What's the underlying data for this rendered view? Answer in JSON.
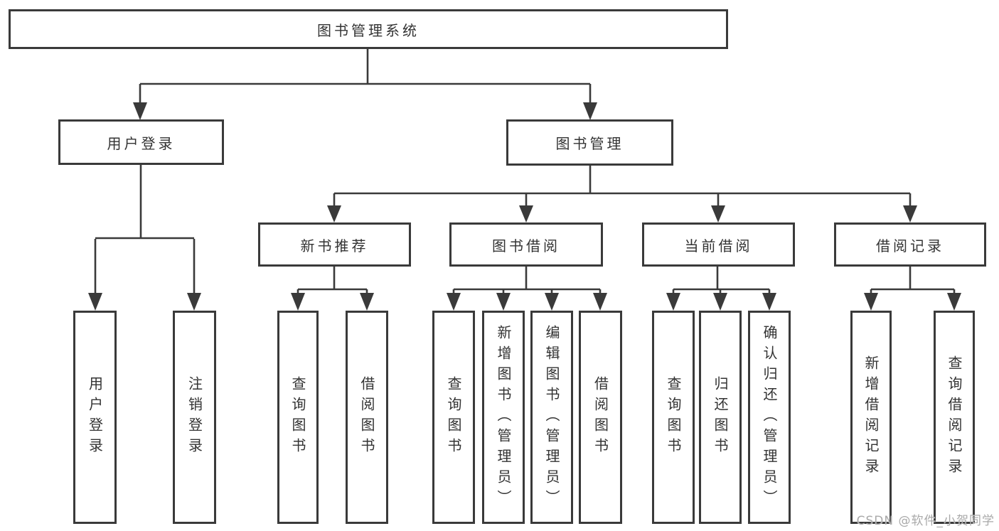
{
  "tree": {
    "root": {
      "label": "图书管理系统",
      "children": [
        {
          "label": "用户登录",
          "children": [
            {
              "label": "用户登录"
            },
            {
              "label": "注销登录"
            }
          ]
        },
        {
          "label": "图书管理",
          "children": [
            {
              "label": "新书推荐",
              "children": [
                {
                  "label": "查询图书"
                },
                {
                  "label": "借阅图书"
                }
              ]
            },
            {
              "label": "图书借阅",
              "children": [
                {
                  "label": "查询图书"
                },
                {
                  "label": "新增图书（管理员）"
                },
                {
                  "label": "编辑图书（管理员）"
                },
                {
                  "label": "借阅图书"
                }
              ]
            },
            {
              "label": "当前借阅",
              "children": [
                {
                  "label": "查询图书"
                },
                {
                  "label": "归还图书"
                },
                {
                  "label": "确认归还（管理员）"
                }
              ]
            },
            {
              "label": "借阅记录",
              "children": [
                {
                  "label": "新增借阅记录"
                },
                {
                  "label": "查询借阅记录"
                }
              ]
            }
          ]
        }
      ]
    }
  },
  "watermark": {
    "text": "CSDN @软件_小贺同学"
  },
  "colors": {
    "line": "#3a3a3a",
    "text": "#333333",
    "background": "#ffffff",
    "watermark": "#a9a9a9"
  }
}
